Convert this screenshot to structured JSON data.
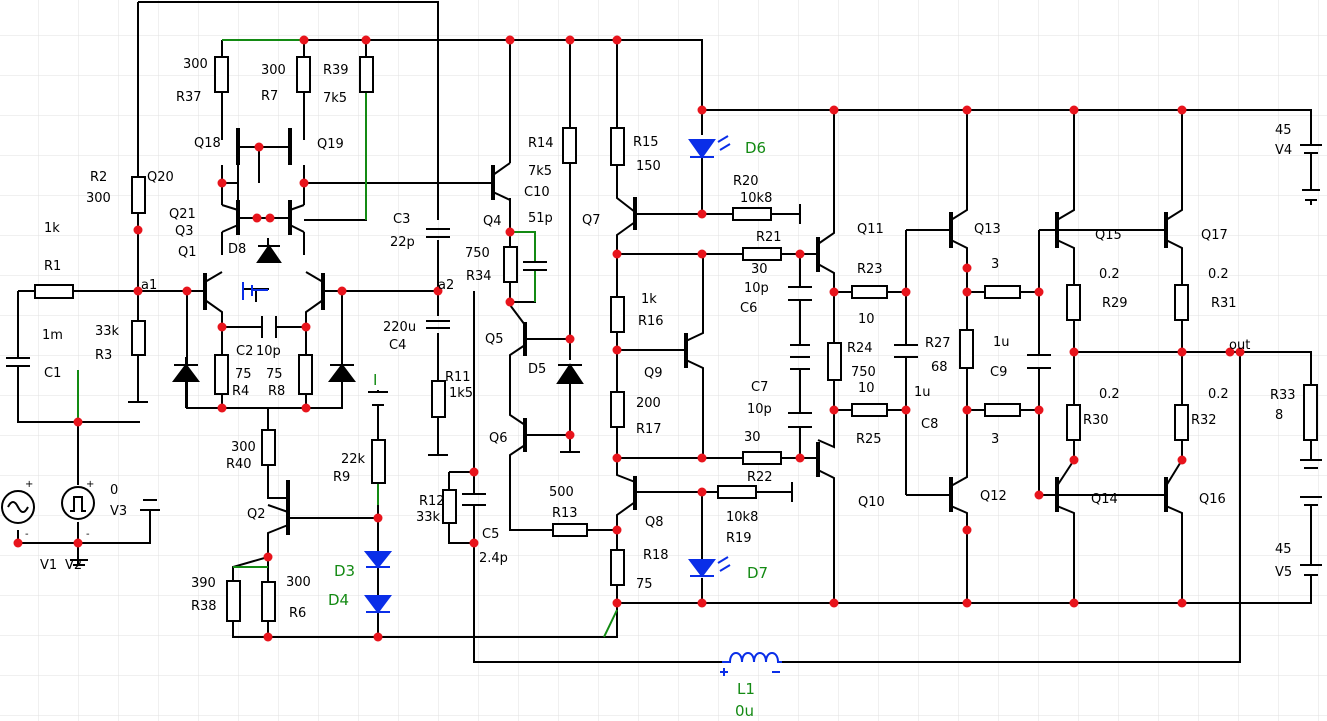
{
  "labels": {
    "R1": "R1",
    "R1v": "1k",
    "C1": "C1",
    "C1v": "1m",
    "R2": "R2",
    "R2v": "300",
    "R3": "R3",
    "R3v": "33k",
    "a1": "a1",
    "a2": "a2",
    "out": "out",
    "V1": "V1",
    "V2": "V2",
    "V3": "V3",
    "V3v": "0",
    "R37": "R37",
    "R37v": "300",
    "R7": "R7",
    "R7v": "300",
    "R39": "R39",
    "R39v": "7k5",
    "Q18": "Q18",
    "Q19": "Q19",
    "Q20": "Q20",
    "Q21": "Q21",
    "Q3": "Q3",
    "Q1": "Q1",
    "D8": "D8",
    "C2": "C2",
    "C2v": "10p",
    "R4": "R4",
    "R4v": "75",
    "R8": "R8",
    "R8v": "75",
    "R40": "R40",
    "R40v": "300",
    "Q2": "Q2",
    "R9": "R9",
    "R9v": "22k",
    "I": "I",
    "D3": "D3",
    "D4": "D4",
    "R38": "R38",
    "R38v": "390",
    "R6": "R6",
    "R6v": "300",
    "C3": "C3",
    "C3v": "22p",
    "C4": "C4",
    "C4v": "220u",
    "R11": "R11",
    "R11v": "1k5",
    "R12": "R12",
    "R12v": "33k",
    "C5": "C5",
    "C5v": "2.4p",
    "R14": "R14",
    "R14v": "7k5",
    "C10": "C10",
    "C10v": "51p",
    "Q4": "Q4",
    "R34": "R34",
    "R34v": "750",
    "Q5": "Q5",
    "D5": "D5",
    "Q6": "Q6",
    "R13": "R13",
    "R13v": "500",
    "Q7": "Q7",
    "R15": "R15",
    "R15v": "150",
    "D6": "D6",
    "R20": "R20",
    "R20v": "10k8",
    "R21": "R21",
    "R21v": "30",
    "C6": "C6",
    "C6v": "10p",
    "R16": "R16",
    "R16v": "1k",
    "Q9": "Q9",
    "R17": "R17",
    "R17v": "200",
    "C7": "C7",
    "C7v": "10p",
    "R22": "R22",
    "R22v": "30",
    "Q8": "Q8",
    "R18": "R18",
    "R18v": "75",
    "R19": "R19",
    "R19v": "10k8",
    "D7": "D7",
    "Q11": "Q11",
    "Q10": "Q10",
    "R23": "R23",
    "R23v": "10",
    "R24": "R24",
    "R24v": "750",
    "R25": "R25",
    "R25v": "10",
    "R27": "R27",
    "R27v": "68",
    "C8": "C8",
    "C8v": "1u",
    "Q13": "Q13",
    "Q12": "Q12",
    "R28v": "3",
    "R26v": "3",
    "C9": "C9",
    "C9v": "1u",
    "Q15": "Q15",
    "Q17": "Q17",
    "Q14": "Q14",
    "Q16": "Q16",
    "R29": "R29",
    "R29v": "0.2",
    "R31": "R31",
    "R31v": "0.2",
    "R30": "R30",
    "R30v": "0.2",
    "R32": "R32",
    "R32v": "0.2",
    "R33": "R33",
    "R33v": "8",
    "V4": "V4",
    "V4v": "45",
    "V5": "V5",
    "V5v": "45",
    "L1": "L1",
    "L1v": "0u"
  },
  "colors": {
    "wire": "#000000",
    "node": "#e8141c",
    "grid": "#e2e2e2",
    "diode": "#0a2ee8",
    "green": "#138a13"
  }
}
